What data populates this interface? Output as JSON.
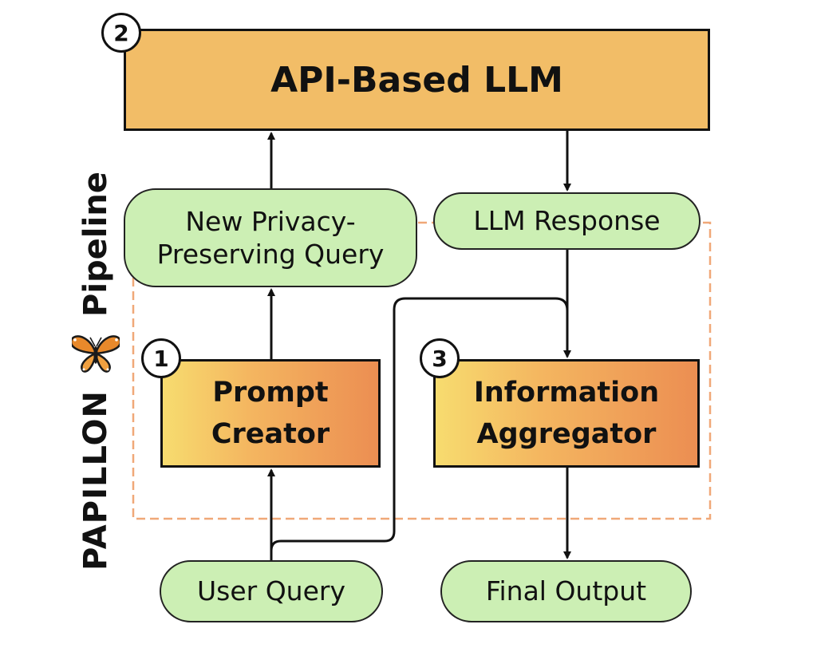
{
  "diagram": {
    "top_box": {
      "label": "API-Based LLM",
      "step": "2"
    },
    "new_query": {
      "line1": "New Privacy-",
      "line2": "Preserving Query"
    },
    "llm_response": {
      "label": "LLM Response"
    },
    "prompt_creator": {
      "line1": "Prompt",
      "line2": "Creator",
      "step": "1"
    },
    "info_aggregator": {
      "line1": "Information",
      "line2": "Aggregator",
      "step": "3"
    },
    "user_query": {
      "label": "User Query"
    },
    "final_output": {
      "label": "Final Output"
    },
    "side_label": {
      "name": "PAPILLON",
      "suffix": "Pipeline",
      "icon": "butterfly-icon"
    }
  },
  "colors": {
    "llm_fill": "#f2bd67",
    "pill_fill": "#ccefb4",
    "gradient_start": "#f7dc6f",
    "gradient_end": "#ec8e52",
    "dashed_border": "#f0a878",
    "stroke": "#111111"
  }
}
